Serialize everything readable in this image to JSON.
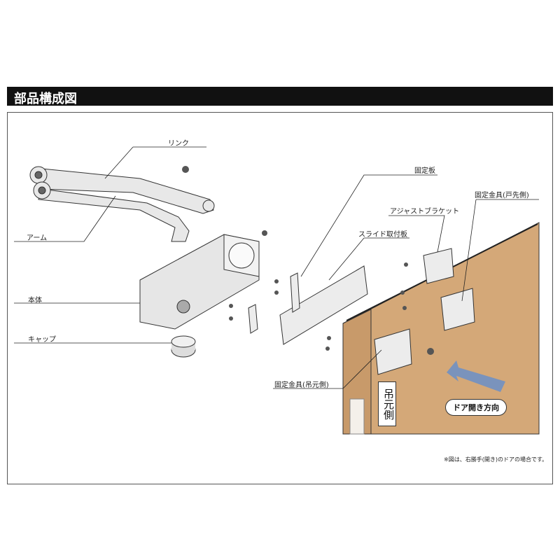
{
  "title": "部品構成図",
  "labels": {
    "link": "リンク",
    "arm": "アーム",
    "body": "本体",
    "cap": "キャップ",
    "fixing_plate": "固定板",
    "bracket_door_side": "固定金具(戸先側)",
    "adjust_bracket": "アジャストブラケット",
    "slide_plate": "スライド取付板",
    "bracket_hinge_side": "固定金具(吊元側)"
  },
  "hinge_side_tag": "吊元側",
  "door_direction": "ドア開き方向",
  "note": "※図は、右勝手(開き)のドアの場合です。",
  "colors": {
    "door": "#d4a878",
    "header": "#111111",
    "metal": "#e4e4e4"
  }
}
